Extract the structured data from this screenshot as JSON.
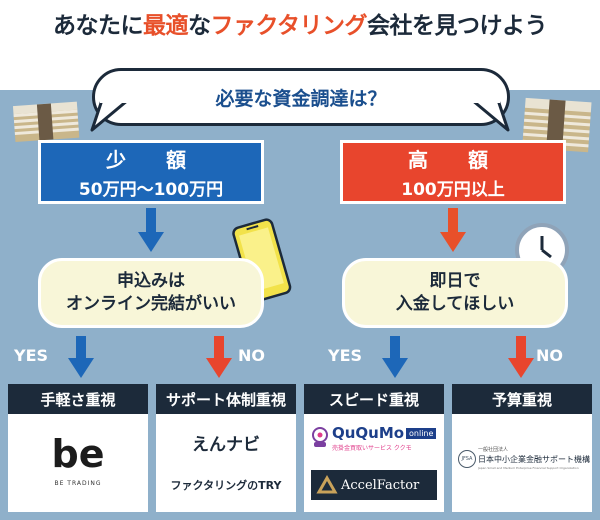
{
  "title": {
    "part1": "あなたに",
    "part2": "最適",
    "part3": "な",
    "part4": "ファクタリング",
    "part5": "会社を見つけよう"
  },
  "question": "必要な資金調達は？",
  "left_branch": {
    "heading": "少　額",
    "range": "50万円〜100万円"
  },
  "right_branch": {
    "heading": "高　額",
    "range": "100万円以上"
  },
  "left_question": {
    "line1": "申込みは",
    "line2": "オンライン完結がいい"
  },
  "right_question": {
    "line1": "即日で",
    "line2": "入金してほしい"
  },
  "yes_label": "YES",
  "no_label": "NO",
  "categories": [
    {
      "header": "手軽さ重視"
    },
    {
      "header": "サポート体制重視"
    },
    {
      "header": "スピード重視"
    },
    {
      "header": "予算重視"
    }
  ],
  "companies": {
    "be_trading_logo": "be",
    "be_trading_name": "BE TRADING",
    "ennavi": "えんナビ",
    "try": "ファクタリングのTRY",
    "qqm": "QuQuMo",
    "qqm_badge": "online",
    "qqm_sub": "売掛金買取いサービス ククモ",
    "accel": "AccelFactor",
    "jfsa_mark": "JFSA",
    "jfsa_small": "一般社団法人",
    "jfsa_name": "日本中小企業金融サポート機構",
    "jfsa_en": "Japan Small and Medium Enterprise Financial Support Organization"
  },
  "colors": {
    "accent_orange": "#e8502a",
    "blue": "#1d67b8",
    "red": "#e8452d",
    "navy": "#1c2a3a",
    "panel": "#8fb0ca",
    "cream": "#f8f6d8"
  }
}
